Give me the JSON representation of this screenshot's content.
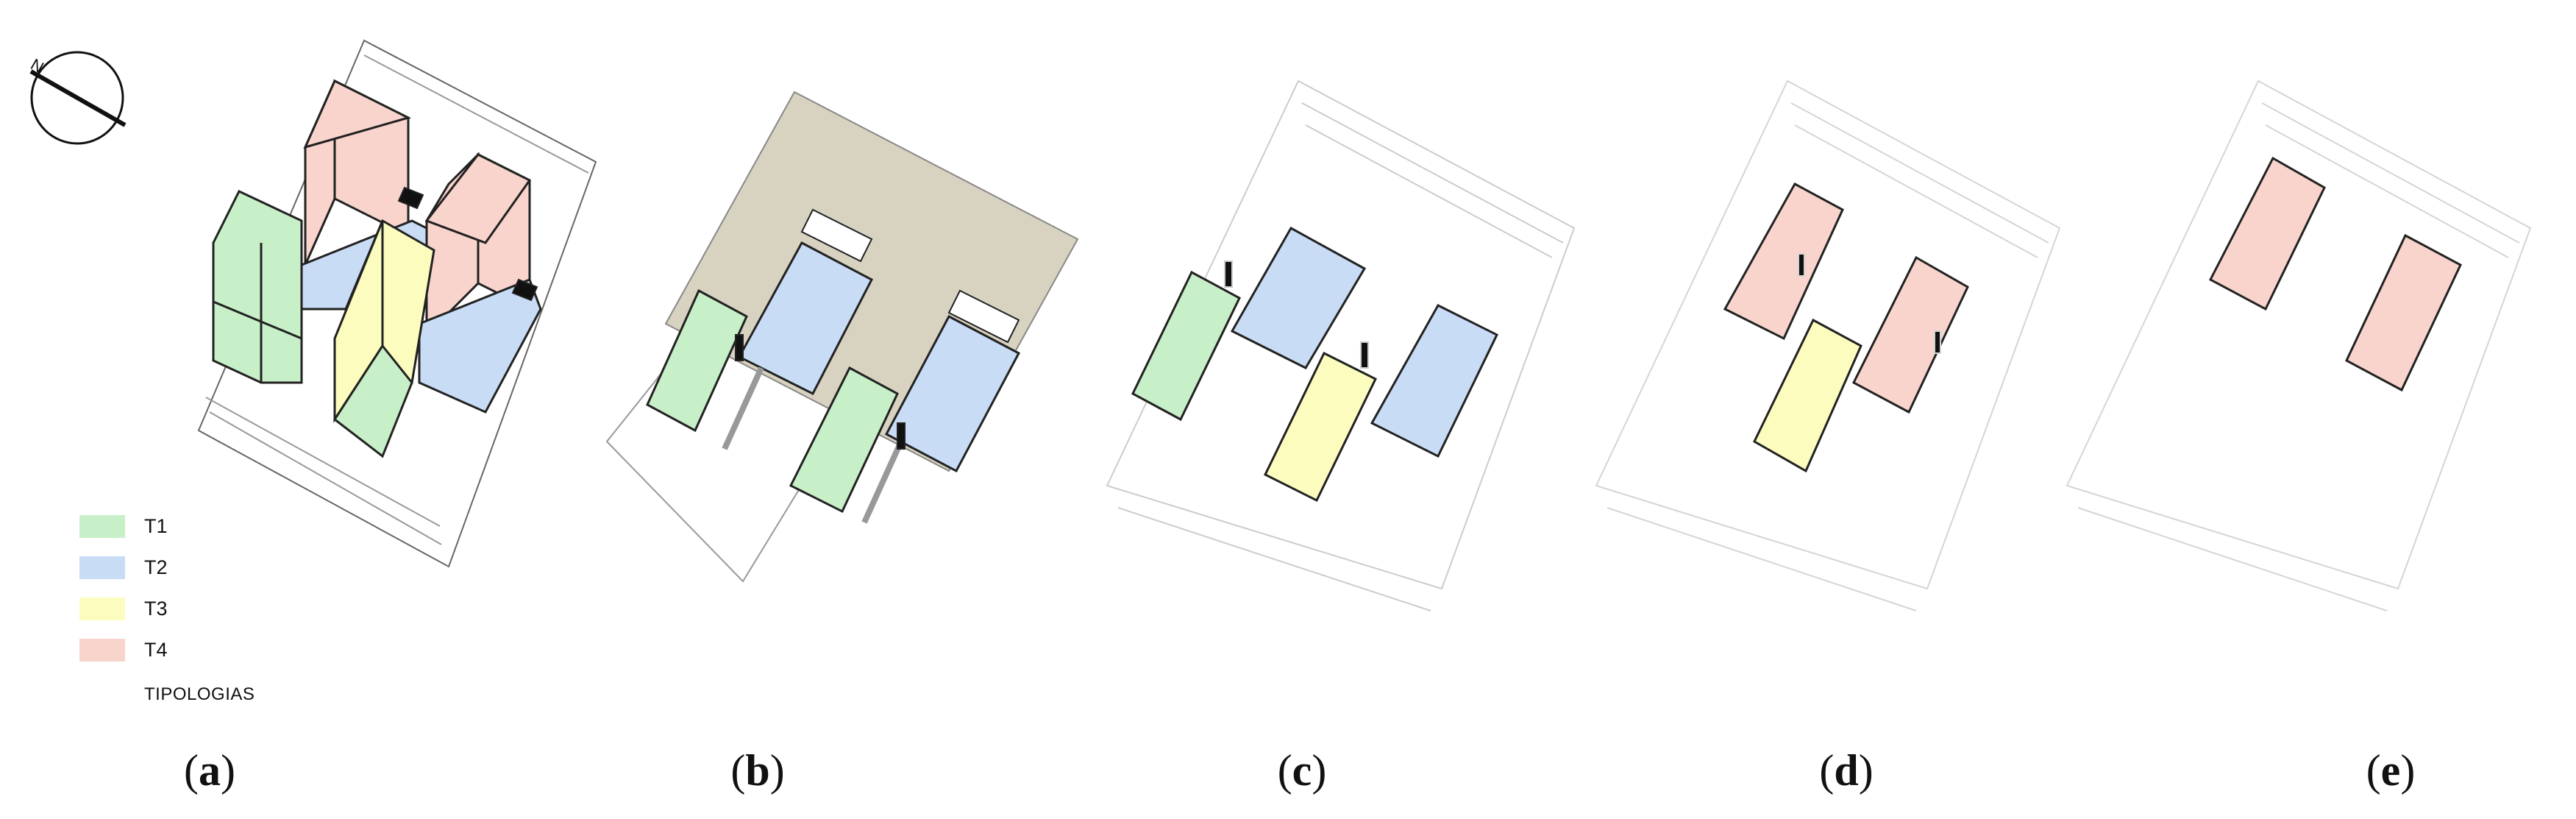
{
  "figure": {
    "panels": [
      {
        "id": "a",
        "open": "(",
        "letter": "a",
        "close": ")"
      },
      {
        "id": "b",
        "open": "(",
        "letter": "b",
        "close": ")"
      },
      {
        "id": "c",
        "open": "(",
        "letter": "c",
        "close": ")"
      },
      {
        "id": "d",
        "open": "(",
        "letter": "d",
        "close": ")"
      },
      {
        "id": "e",
        "open": "(",
        "letter": "e",
        "close": ")"
      }
    ],
    "north_arrow": {
      "label": "N",
      "icon": "north-arrow-icon"
    }
  },
  "legend": {
    "items": [
      {
        "label": "T1",
        "color": "#c8f0c8"
      },
      {
        "label": "T2",
        "color": "#c8dcf5"
      },
      {
        "label": "T3",
        "color": "#fcfcbe"
      },
      {
        "label": "T4",
        "color": "#f8d4cc"
      }
    ],
    "title": "TIPOLOGIAS"
  },
  "colors": {
    "T1": "#c8f0c8",
    "T2": "#c8dcf5",
    "T3": "#fcfcbe",
    "T4": "#f8d4cc",
    "common_area": "#d8d2c0",
    "outline": "#222222",
    "faint_outline": "#cfcfcf"
  }
}
